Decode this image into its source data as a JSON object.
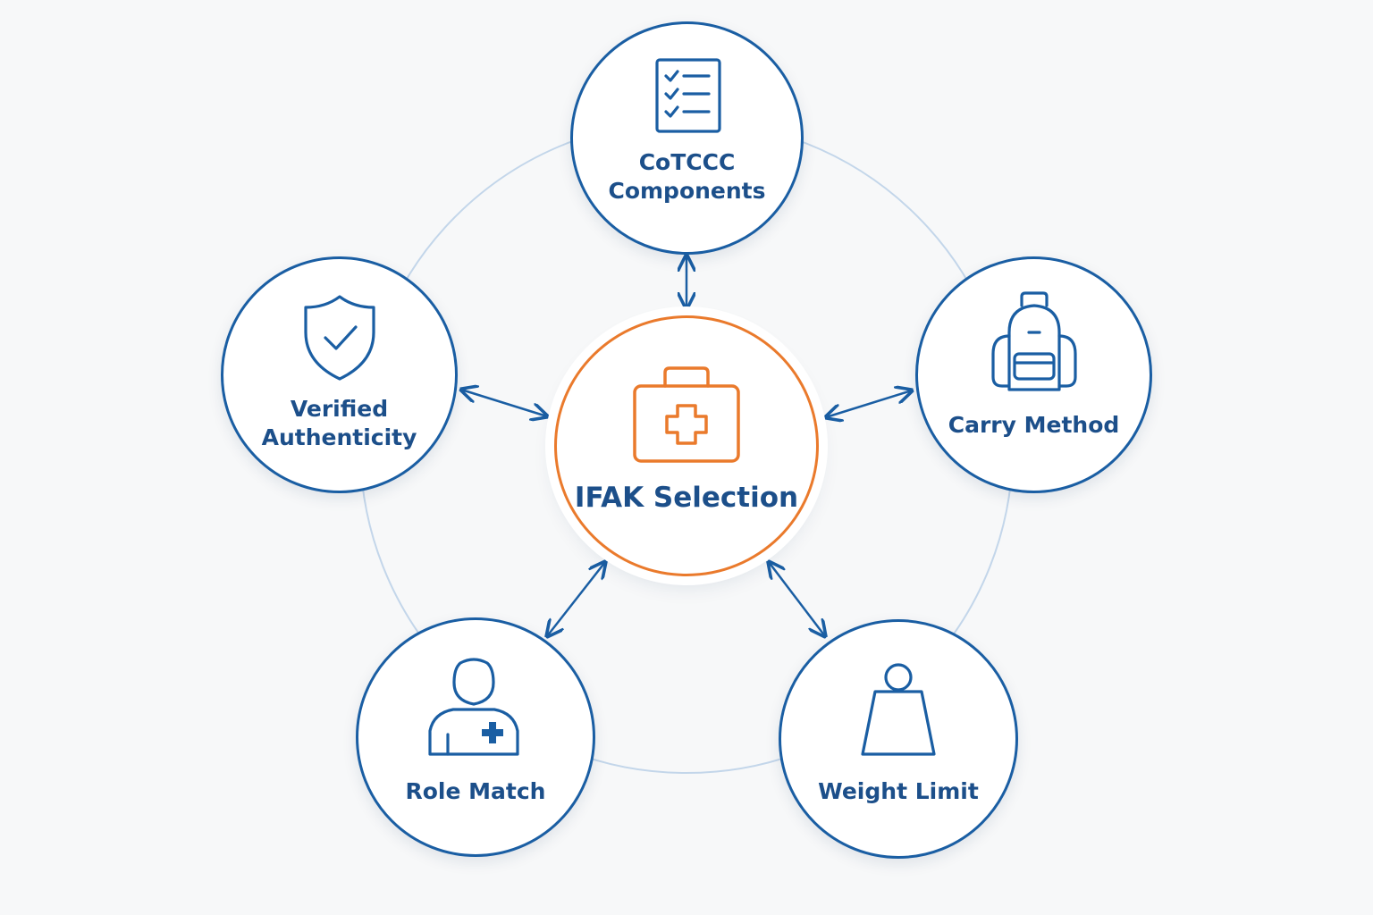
{
  "diagram": {
    "center": {
      "label": "IFAK Selection",
      "icon": "first-aid-kit-icon"
    },
    "nodes": [
      {
        "id": "cotccc",
        "label": "CoTCCC\nComponents",
        "icon": "checklist-icon"
      },
      {
        "id": "carry",
        "label": "Carry Method",
        "icon": "backpack-icon"
      },
      {
        "id": "weight",
        "label": "Weight Limit",
        "icon": "weight-icon"
      },
      {
        "id": "role",
        "label": "Role Match",
        "icon": "medic-person-icon"
      },
      {
        "id": "verified",
        "label": "Verified\nAuthenticity",
        "icon": "shield-check-icon"
      }
    ],
    "connections": [
      {
        "from": "center",
        "to": "cotccc",
        "style": "bidirectional"
      },
      {
        "from": "center",
        "to": "carry",
        "style": "bidirectional"
      },
      {
        "from": "center",
        "to": "weight",
        "style": "bidirectional"
      },
      {
        "from": "center",
        "to": "role",
        "style": "bidirectional"
      },
      {
        "from": "center",
        "to": "verified",
        "style": "bidirectional"
      }
    ]
  },
  "colors": {
    "primary": "#1a5ea3",
    "accent": "#ea7a2c",
    "ring": "#c3d6ea",
    "text": "#1c4f8a",
    "background": "#f7f8f9"
  }
}
